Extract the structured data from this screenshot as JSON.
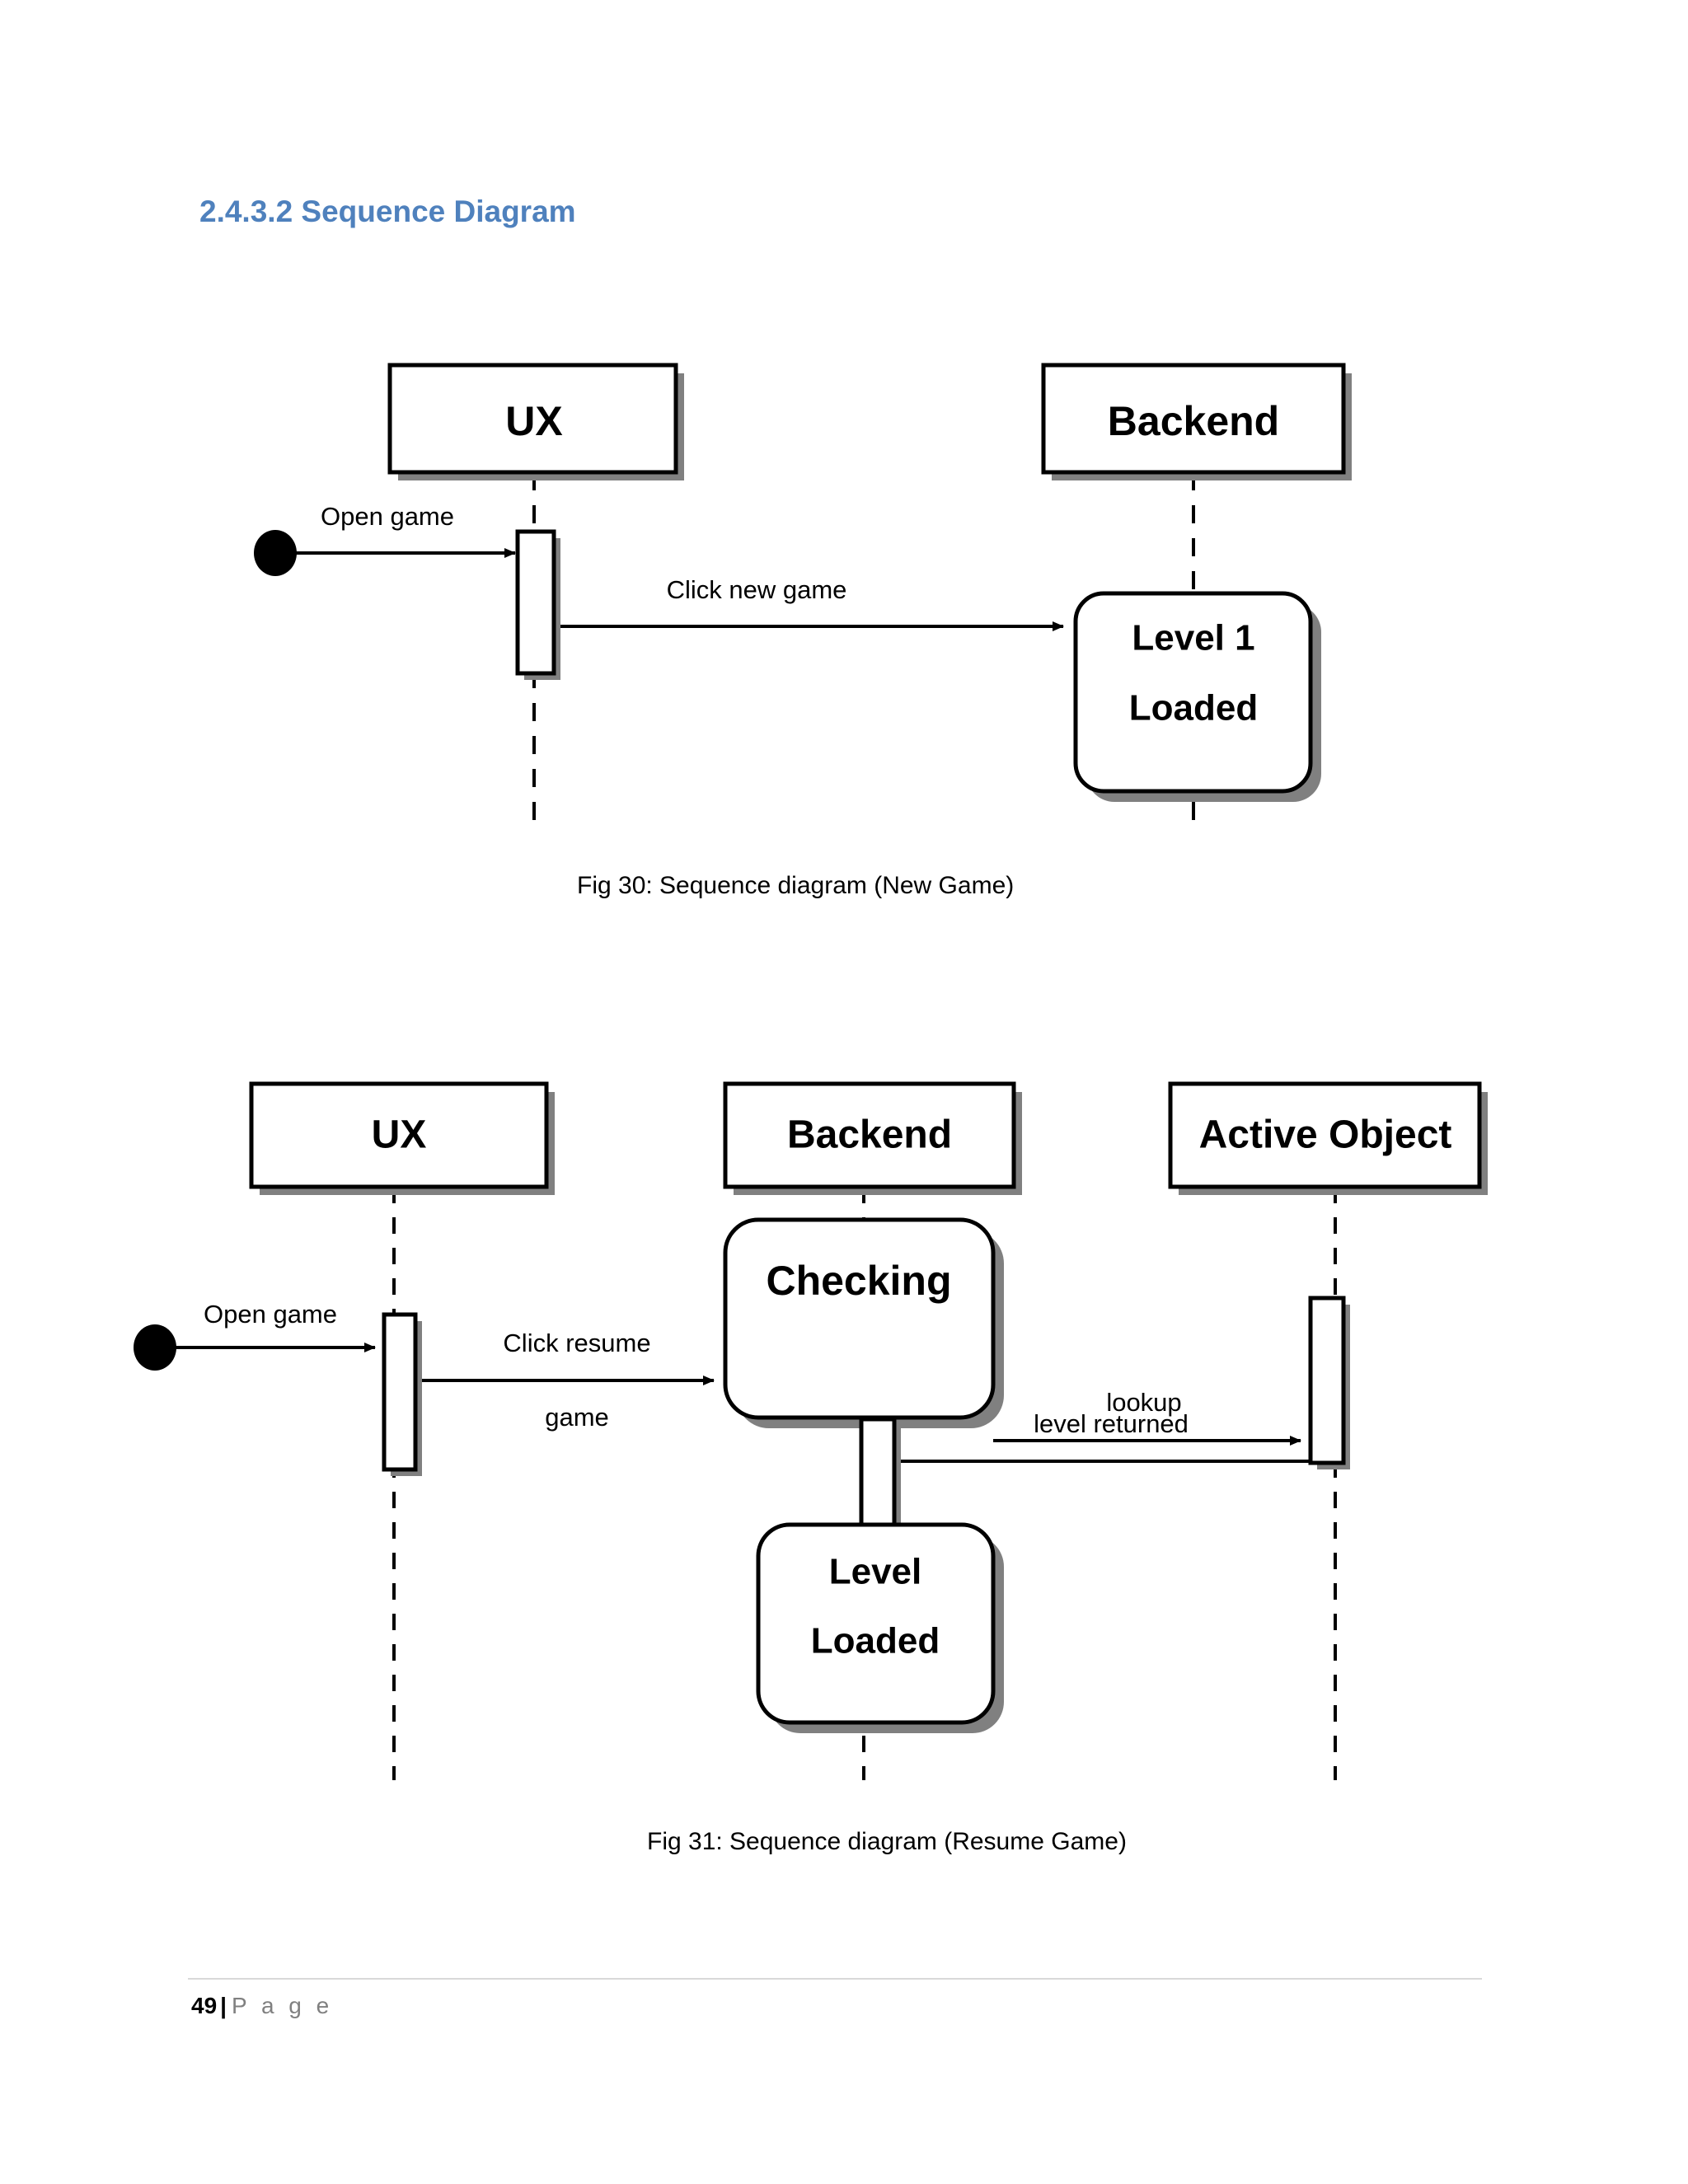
{
  "heading": {
    "number": "2.4.3.2",
    "text": "2.4.3.2 Sequence Diagram"
  },
  "colors": {
    "heading_blue": "#4F81BD",
    "stroke": "#000000",
    "shadow": "#808080",
    "page_background": "#ffffff",
    "footer_rule": "#d9d9d9",
    "footer_word": "#808080"
  },
  "figures": [
    {
      "id": "fig-30",
      "caption": "Fig 30: Sequence diagram (New Game)",
      "diagram_type": "uml-sequence-diagram",
      "lifelines": [
        {
          "name": "UX",
          "label": "UX"
        },
        {
          "name": "Backend",
          "label": "Backend"
        }
      ],
      "start_node": {
        "label": "",
        "shape": "filled-circle"
      },
      "messages": [
        {
          "label": "Open game",
          "from": "start",
          "to": "UX",
          "direction": "right"
        },
        {
          "label": "Click new game",
          "from": "UX",
          "to": "Backend",
          "direction": "right"
        }
      ],
      "states": [
        {
          "label_line1": "Level 1",
          "label_line2": "Loaded",
          "on": "Backend"
        }
      ]
    },
    {
      "id": "fig-31",
      "caption": "Fig 31: Sequence diagram (Resume Game)",
      "diagram_type": "uml-sequence-diagram",
      "lifelines": [
        {
          "name": "UX",
          "label": "UX"
        },
        {
          "name": "Backend",
          "label": "Backend"
        },
        {
          "name": "ActiveObject",
          "label": "Active Object"
        }
      ],
      "start_node": {
        "label": "",
        "shape": "filled-circle"
      },
      "messages": [
        {
          "label": "Open game",
          "from": "start",
          "to": "UX",
          "direction": "right"
        },
        {
          "label_line1": "Click resume",
          "label_line2": "game",
          "from": "UX",
          "to": "Backend",
          "direction": "right"
        },
        {
          "label": "lookup",
          "from": "Backend",
          "to": "ActiveObject",
          "direction": "right"
        },
        {
          "label": "level returned",
          "from": "ActiveObject",
          "to": "Backend",
          "direction": "left"
        }
      ],
      "states": [
        {
          "label_line1": "Checking",
          "label_line2": "",
          "on": "Backend"
        },
        {
          "label_line1": "Level",
          "label_line2": "Loaded",
          "on": "Backend"
        }
      ]
    }
  ],
  "footer": {
    "page_number": "49",
    "separator": "|",
    "page_word": "P a g e"
  }
}
